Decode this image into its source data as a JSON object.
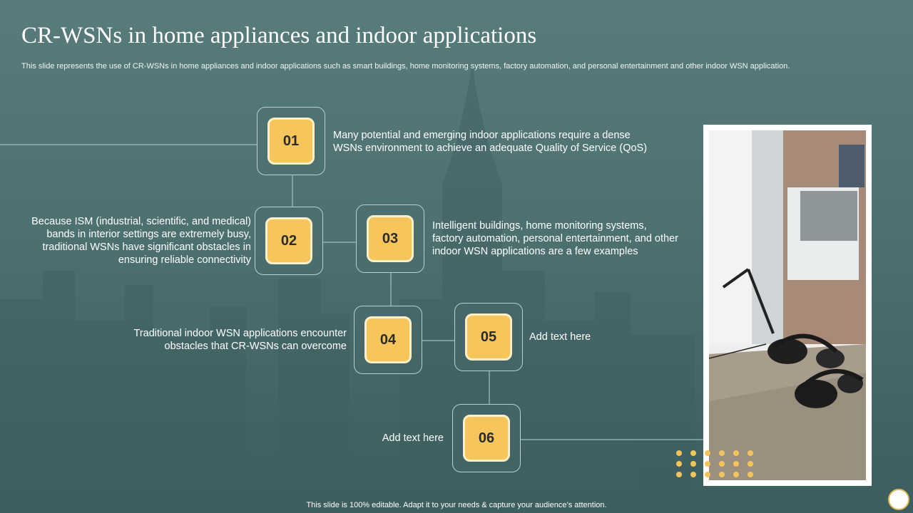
{
  "slide": {
    "title": "CR-WSNs in home appliances and indoor applications",
    "subtitle": "This slide represents the use of CR-WSNs in home appliances and indoor applications such as smart buildings, home monitoring systems, factory automation, and personal entertainment and other indoor WSN application.",
    "footer": "This slide is 100% editable. Adapt it to your needs & capture your audience’s attention."
  },
  "steps": [
    {
      "number": "01",
      "text": "Many potential and emerging indoor applications require a dense WSNs environment to achieve an adequate Quality of Service (QoS)"
    },
    {
      "number": "02",
      "text": "Because ISM (industrial, scientific, and medical) bands in interior settings are extremely busy, traditional WSNs have significant obstacles in ensuring reliable connectivity"
    },
    {
      "number": "03",
      "text": "Intelligent buildings, home monitoring systems, factory automation, personal entertainment, and other indoor WSN applications are a few examples"
    },
    {
      "number": "04",
      "text": "Traditional indoor WSN applications encounter obstacles that CR-WSNs can overcome"
    },
    {
      "number": "05",
      "text": "Add text here"
    },
    {
      "number": "06",
      "text": "Add text here"
    }
  ],
  "colors": {
    "background": "#4d7071",
    "badge": "#f6c65c",
    "dots": "#f2c45a"
  }
}
